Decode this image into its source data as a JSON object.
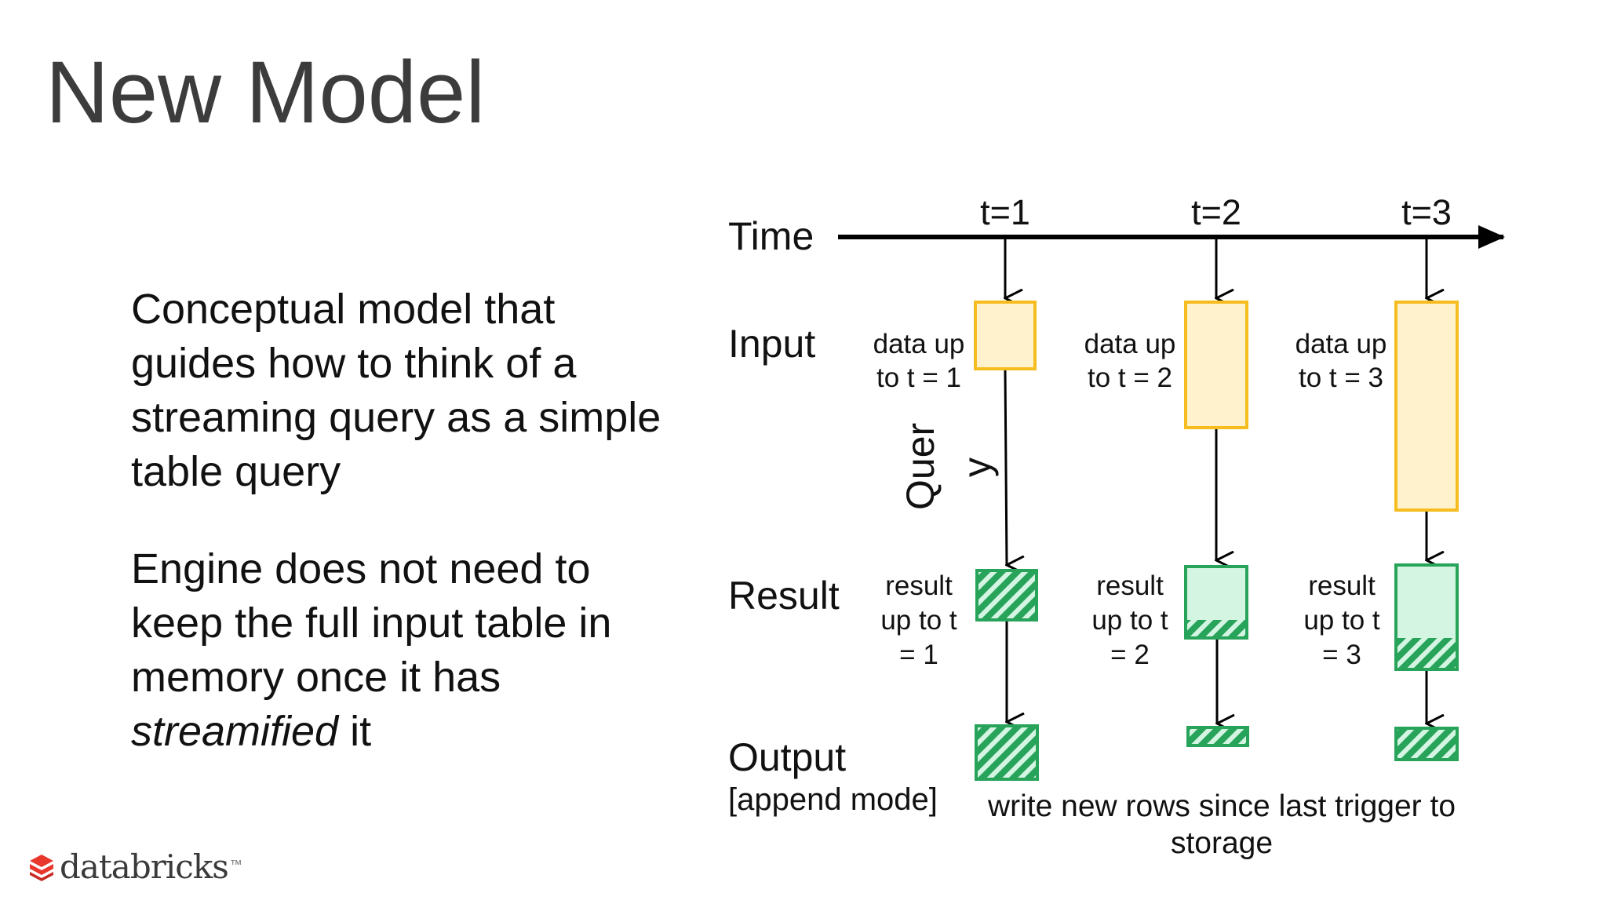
{
  "slide": {
    "title": "New Model",
    "paragraphs": [
      "Conceptual model that guides how to think of a streaming query as a simple table query",
      "Engine does not need to keep the full input table in memory once it has"
    ],
    "paragraph2_emph": "streamified",
    "paragraph2_tail": " it"
  },
  "logo": {
    "text": "databricks",
    "tm": "™"
  },
  "diagram": {
    "row_labels": {
      "time": "Time",
      "input": "Input",
      "result": "Result",
      "output": "Output",
      "output_sub": "[append mode]"
    },
    "query_label": [
      "Quer",
      "y"
    ],
    "columns": [
      {
        "tick": "t=1",
        "input_text": [
          "data up",
          "to t = 1"
        ],
        "result_text": [
          "result",
          "up to t",
          "= 1"
        ]
      },
      {
        "tick": "t=2",
        "input_text": [
          "data up",
          "to t = 2"
        ],
        "result_text": [
          "result",
          "up to t",
          "= 2"
        ]
      },
      {
        "tick": "t=3",
        "input_text": [
          "data up",
          "to t = 3"
        ],
        "result_text": [
          "result",
          "up to t",
          "= 3"
        ]
      }
    ],
    "bottom_caption": [
      "write new rows since last trigger to",
      "storage"
    ],
    "colors": {
      "input_fill": "#fff2cc",
      "input_stroke": "#f5bd1f",
      "result_fill": "#d5f5e3",
      "result_stroke": "#27a35a",
      "hatch": "#27a35a",
      "axis": "#000000"
    }
  }
}
